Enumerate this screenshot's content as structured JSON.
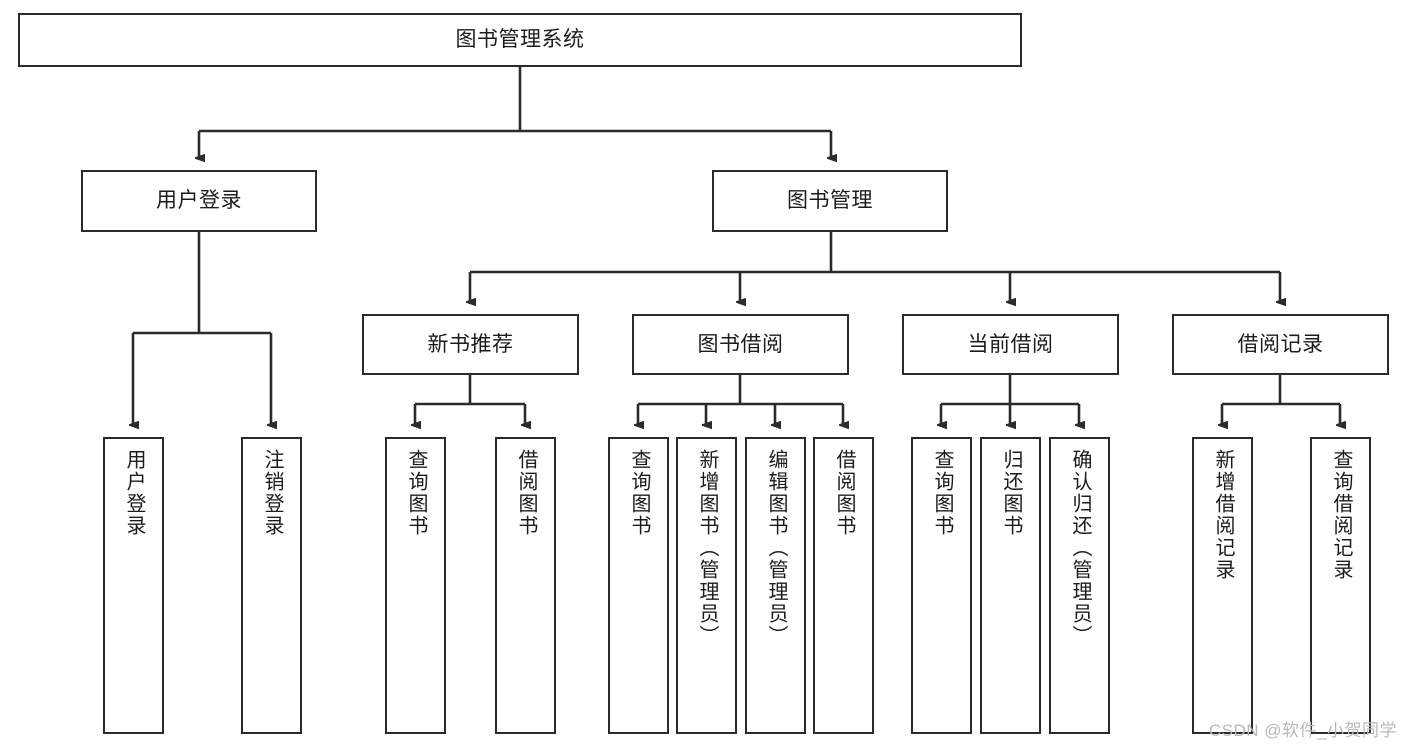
{
  "diagram": {
    "type": "tree-hierarchy-chart",
    "title": "图书管理系统",
    "root": {
      "id": "root",
      "label": "图书管理系统",
      "orientation": "horizontal"
    },
    "level2": [
      {
        "id": "user-login",
        "label": "用户登录",
        "orientation": "horizontal"
      },
      {
        "id": "book-management",
        "label": "图书管理",
        "orientation": "horizontal"
      }
    ],
    "level3": [
      {
        "id": "new-book-recommend",
        "label": "新书推荐",
        "orientation": "horizontal",
        "parent": "book-management"
      },
      {
        "id": "book-borrow",
        "label": "图书借阅",
        "orientation": "horizontal",
        "parent": "book-management"
      },
      {
        "id": "current-borrow",
        "label": "当前借阅",
        "orientation": "horizontal",
        "parent": "book-management"
      },
      {
        "id": "borrow-record",
        "label": "借阅记录",
        "orientation": "horizontal",
        "parent": "book-management"
      }
    ],
    "leaves": {
      "user_login": [
        {
          "id": "leaf-user-login",
          "label": "用户登录",
          "orientation": "vertical"
        },
        {
          "id": "leaf-logout-login",
          "label": "注销登录",
          "orientation": "vertical"
        }
      ],
      "new_book_recommend": [
        {
          "id": "leaf-query-book-1",
          "label": "查询图书",
          "orientation": "vertical"
        },
        {
          "id": "leaf-borrow-book-1",
          "label": "借阅图书",
          "orientation": "vertical"
        }
      ],
      "book_borrow": [
        {
          "id": "leaf-query-book-2",
          "label": "查询图书",
          "orientation": "vertical"
        },
        {
          "id": "leaf-add-book",
          "label": "新增图书（管理员）",
          "orientation": "vertical"
        },
        {
          "id": "leaf-edit-book",
          "label": "编辑图书（管理员）",
          "orientation": "vertical"
        },
        {
          "id": "leaf-borrow-book-2",
          "label": "借阅图书",
          "orientation": "vertical"
        }
      ],
      "current_borrow": [
        {
          "id": "leaf-query-book-3",
          "label": "查询图书",
          "orientation": "vertical"
        },
        {
          "id": "leaf-return-book",
          "label": "归还图书",
          "orientation": "vertical"
        },
        {
          "id": "leaf-confirm-return",
          "label": "确认归还（管理员）",
          "orientation": "vertical"
        }
      ],
      "borrow_record": [
        {
          "id": "leaf-add-borrow-record",
          "label": "新增借阅记录",
          "orientation": "vertical"
        },
        {
          "id": "leaf-query-borrow-record",
          "label": "查询借阅记录",
          "orientation": "vertical"
        }
      ]
    },
    "colors": {
      "stroke": "#2b2b2b",
      "connector": "#2b2b2b",
      "fill": "#ffffff",
      "text": "#1c1c1c",
      "watermark": "#b9b9b9"
    }
  },
  "watermark": {
    "text": "CSDN @软件_小贺同学"
  }
}
